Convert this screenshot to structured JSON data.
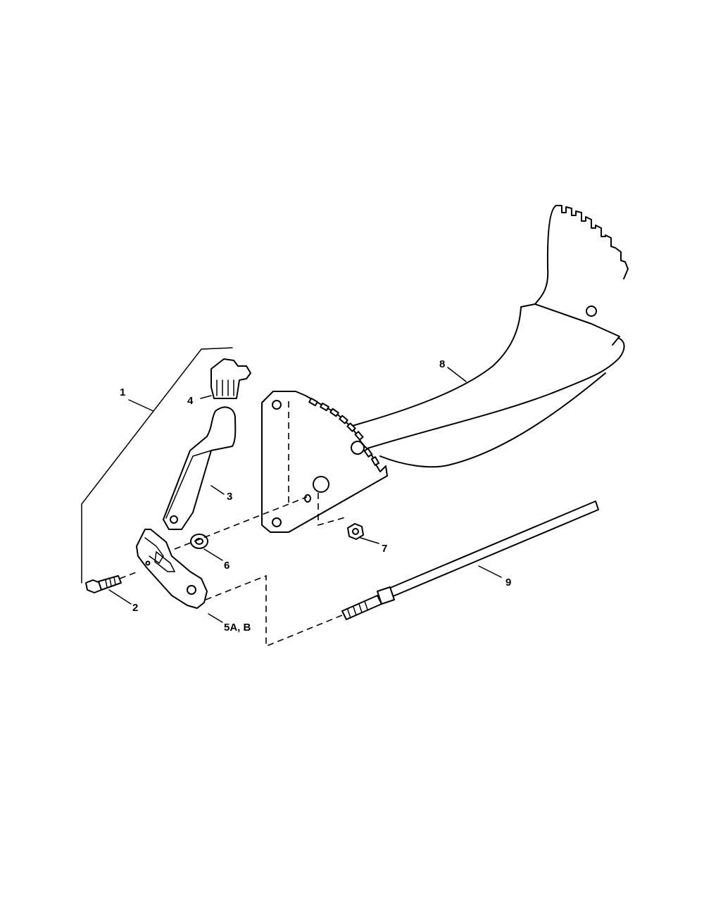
{
  "callouts": {
    "c1": "1",
    "c2": "2",
    "c3": "3",
    "c4": "4",
    "c5": "5A, B",
    "c6": "6",
    "c7": "7",
    "c8": "8",
    "c9": "9"
  }
}
